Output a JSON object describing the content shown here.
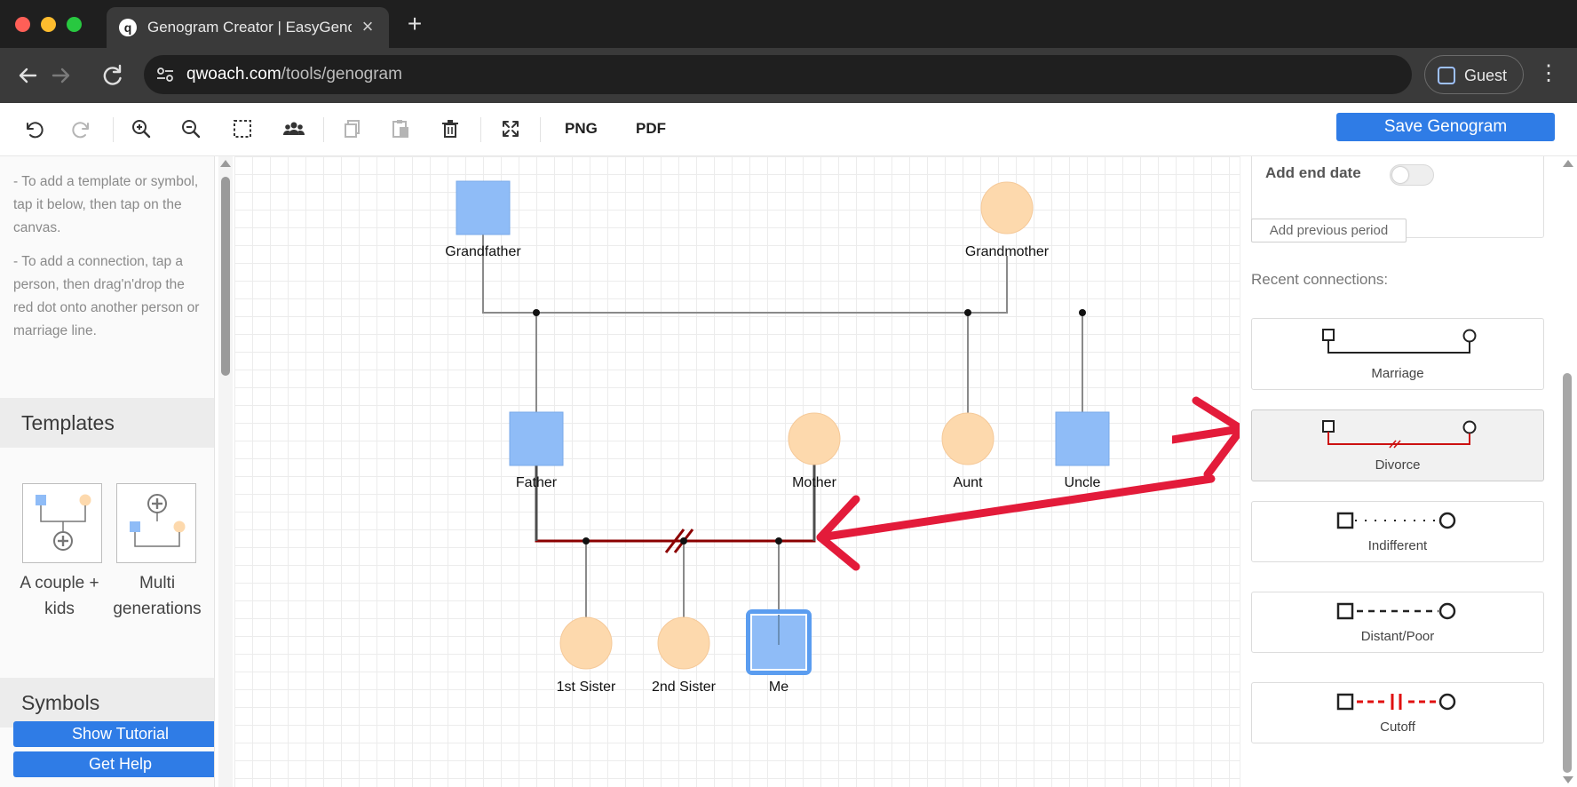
{
  "browser": {
    "tab_title": "Genogram Creator | EasyGenogram",
    "tab_favicon": "q",
    "url_host": "qwoach.com",
    "url_path": "/tools/genogram",
    "profile_label": "Guest",
    "icons": [
      "back-arrow-icon",
      "forward-arrow-icon",
      "reload-icon",
      "site-info-icon",
      "profile-icon",
      "more-menu-icon",
      "new-tab-icon",
      "close-tab-icon"
    ]
  },
  "toolbar": {
    "png_label": "PNG",
    "pdf_label": "PDF",
    "save_label": "Save Genogram",
    "icons": [
      "undo-icon",
      "redo-icon",
      "zoom-in-icon",
      "zoom-out-icon",
      "select-area-icon",
      "group-icon",
      "copy-icon",
      "paste-icon",
      "delete-icon",
      "fit-screen-icon"
    ]
  },
  "left_panel": {
    "help_1": "- To add a template or symbol, tap it below, then tap on the canvas.",
    "help_2": "- To add a connection, tap a person, then drag'n'drop the red dot onto another person or marriage line.",
    "templates_heading": "Templates",
    "templates": [
      {
        "label_line1": "A couple +",
        "label_line2": "kids"
      },
      {
        "label_line1": "Multi",
        "label_line2": "generations"
      }
    ],
    "symbols_heading": "Symbols",
    "show_tutorial_label": "Show Tutorial",
    "get_help_label": "Get Help"
  },
  "genogram": {
    "male_color": "#8fbcf7",
    "female_color": "#fdd9ad",
    "divorce_line_color": "#8b0000",
    "people": [
      {
        "label": "Grandfather",
        "sex": "male"
      },
      {
        "label": "Grandmother",
        "sex": "female"
      },
      {
        "label": "Father",
        "sex": "male"
      },
      {
        "label": "Mother",
        "sex": "female"
      },
      {
        "label": "Aunt",
        "sex": "female"
      },
      {
        "label": "Uncle",
        "sex": "male"
      },
      {
        "label": "1st Sister",
        "sex": "female"
      },
      {
        "label": "2nd Sister",
        "sex": "female"
      },
      {
        "label": "Me",
        "sex": "male",
        "selected": true
      }
    ],
    "annotation_arrow_color": "#e31b3a"
  },
  "right_panel": {
    "end_date_label": "Add end date",
    "add_previous_period_label": "Add previous period",
    "recent_connections_label": "Recent connections:",
    "connections": [
      {
        "label": "Marriage",
        "style": "solid",
        "color": "#222222"
      },
      {
        "label": "Divorce",
        "style": "divorce",
        "color": "#cc1111"
      },
      {
        "label": "Indifferent",
        "style": "dotted",
        "color": "#222222"
      },
      {
        "label": "Distant/Poor",
        "style": "dashed",
        "color": "#222222"
      },
      {
        "label": "Cutoff",
        "style": "cutoff",
        "color": "#e01010"
      }
    ]
  }
}
